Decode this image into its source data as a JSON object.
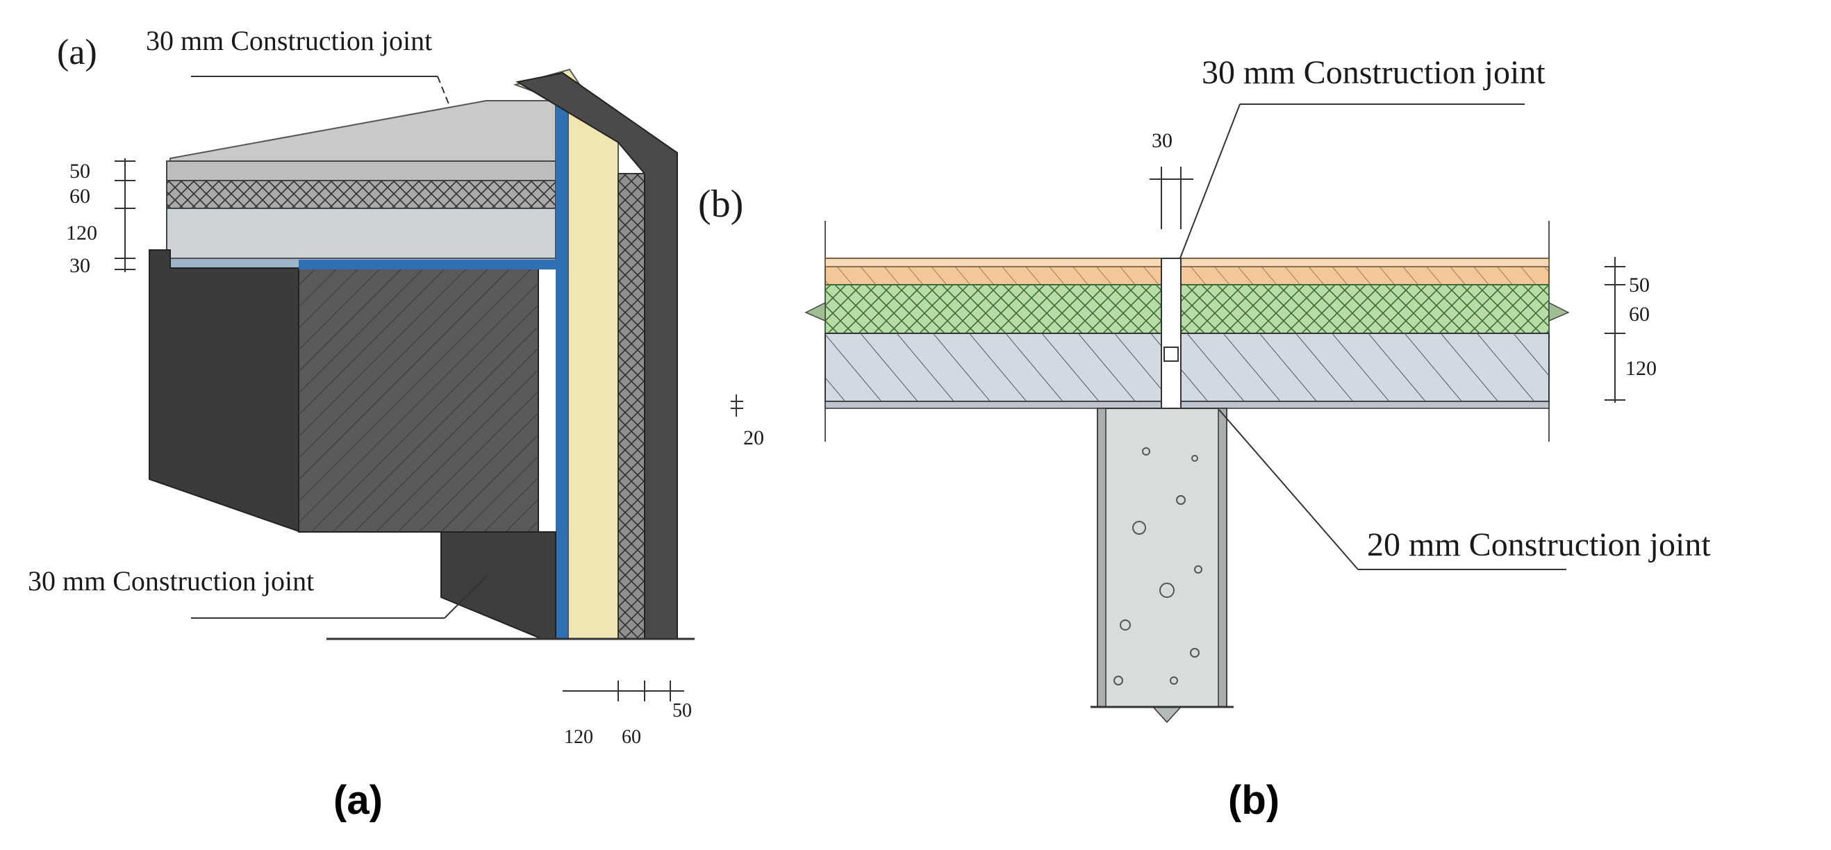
{
  "panel_a": {
    "label": "(a)",
    "top_joint_label": "30 mm Construction joint",
    "bottom_joint_label": "30 mm Construction joint",
    "dims_left": [
      "50",
      "60",
      "120",
      "30"
    ],
    "dims_bottom": [
      "120",
      "60",
      "50"
    ]
  },
  "panel_b": {
    "label": "(b)",
    "top_joint_label": "30 mm Construction joint",
    "bottom_joint_label": "20 mm Construction joint",
    "dim_top": "30",
    "dims_right": [
      "50",
      "60",
      "120"
    ],
    "dim_left": "20"
  },
  "captions": {
    "a": "(a)",
    "b": "(b)"
  },
  "colors": {
    "screed": "#f2c79a",
    "insulation": "#b9dca6",
    "slab": "#d3d9e2",
    "column": "#d8dcdc",
    "wall_dark": "#4a4a4a",
    "insulation_board": "#efe6b4",
    "waterproof": "#2f6fb3"
  }
}
